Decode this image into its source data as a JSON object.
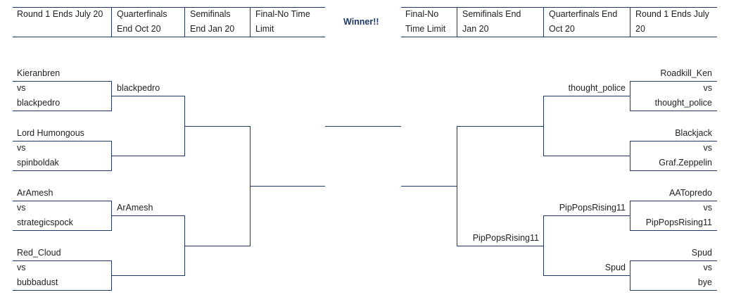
{
  "headers": {
    "left": [
      "Round 1 Ends July 20",
      "Quarterfinals",
      "End Oct 20",
      "Semifinals",
      "End Jan 20",
      "Final-No Time",
      "Limit"
    ],
    "winner": "Winner!!",
    "right": [
      "Final-No",
      "Time Limit",
      "Semifinals End",
      "Jan 20",
      "Quarterfinals End",
      "Oct 20",
      "Round 1 Ends July",
      "20"
    ]
  },
  "vs": "vs",
  "left_round1": [
    {
      "a": "Kieranbren",
      "b": "blackpedro"
    },
    {
      "a": "Lord Humongous",
      "b": "spinboldak"
    },
    {
      "a": "ArAmesh",
      "b": "strategicspock"
    },
    {
      "a": "Red_Cloud",
      "b": "bubbadust"
    }
  ],
  "left_quarter": [
    "blackpedro",
    "ArAmesh"
  ],
  "right_round1": [
    {
      "a": "Roadkill_Ken",
      "b": "thought_police"
    },
    {
      "a": "Blackjack",
      "b": "Graf.Zeppelin"
    },
    {
      "a": "AATopredo",
      "b": "PipPopsRising11"
    },
    {
      "a": "Spud",
      "b": "bye"
    }
  ],
  "right_quarter": [
    "thought_police",
    "PipPopsRising11",
    "Spud"
  ],
  "right_semi": [
    "PipPopsRising11"
  ]
}
